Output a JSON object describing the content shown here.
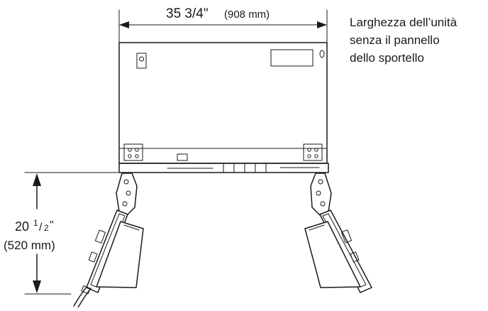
{
  "width_dimension": {
    "value": "35 3/4\"",
    "metric": "(908 mm)"
  },
  "caption": {
    "line1": "Larghezza dell’unità",
    "line2": "senza il pannello",
    "line3": "dello sportello"
  },
  "depth_dimension": {
    "whole": "20",
    "fraction_num": "1",
    "fraction_den": "2",
    "inch_mark": "\"",
    "metric": "(520 mm)"
  },
  "icons": [
    "dimension-arrow-icon",
    "hinge-icon",
    "door-panel-icon"
  ]
}
